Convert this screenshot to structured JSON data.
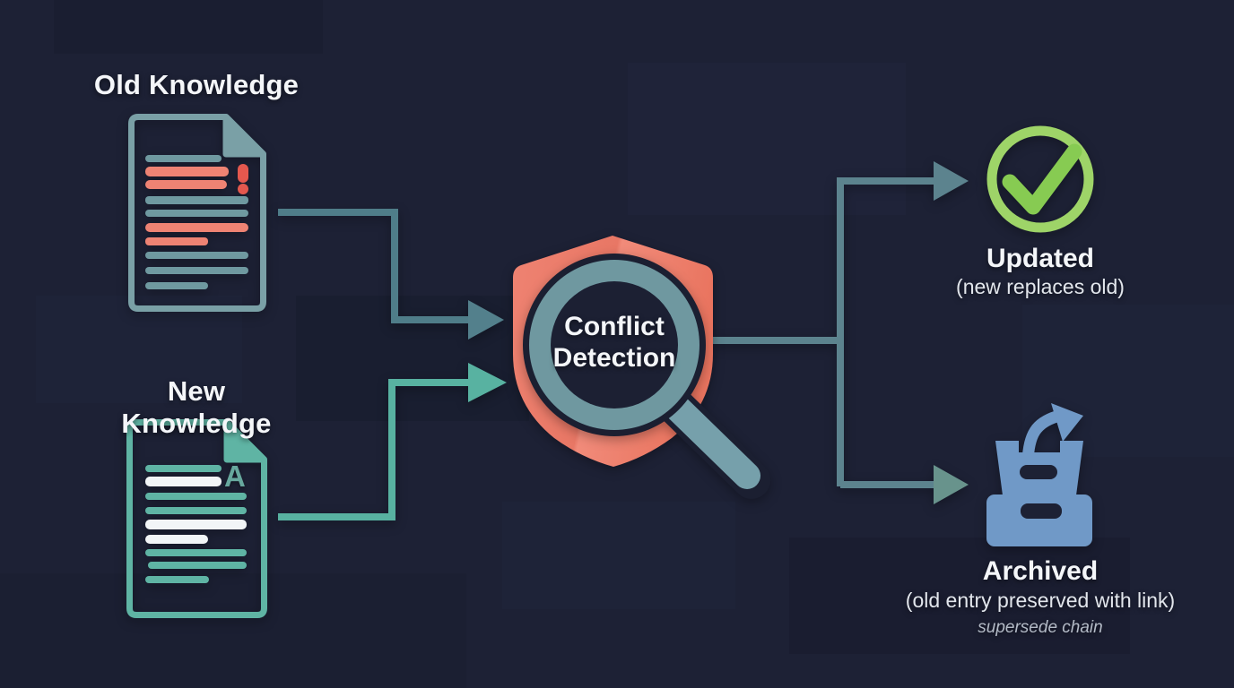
{
  "title": "Knowledge conflict detection flow diagram",
  "colors": {
    "background": "#1d2135",
    "heading_text": "#f4f6f9",
    "subtitle_text": "#e2e6ec",
    "note_text": "#b3bac6",
    "marker_a": "#67a89e",
    "old_doc_outline": "#7aa0a6",
    "old_doc_line_teal": "#6f99a0",
    "old_doc_line_salmon": "#ee8373",
    "exclamation_red": "#e4584e",
    "new_doc_outline": "#5fb4a4",
    "new_doc_line_white": "#f2f5f7",
    "connector_old": "#4f7d89",
    "connector_new": "#58b2a1",
    "connector_output": "#5c838e",
    "connector_output_bottom": "#68938c",
    "shield_salmon_light": "#f18b7a",
    "shield_salmon_dark": "#e77361",
    "lens_ring_teal": "#6f98a0",
    "lens_dark": "#1c2033",
    "handle_teal": "#76a0ab",
    "check_ring_green": "#9ed468",
    "check_mark_green": "#87cb52",
    "archive_blue": "#7099c7"
  },
  "icons": {
    "old_document": "document-icon",
    "old_alert": "exclamation-icon",
    "new_document": "document-icon",
    "conflict_shield": "shield-icon",
    "conflict_lens": "magnifier-icon",
    "updated": "check-circle-icon",
    "archived": "archive-box-icon",
    "archive_out": "arrow-out-icon"
  },
  "nodes": {
    "old_knowledge": {
      "label": "Old Knowledge"
    },
    "new_knowledge": {
      "label": "New Knowledge",
      "marker": "A"
    },
    "conflict": {
      "line1": "Conflict",
      "line2": "Detection"
    },
    "updated": {
      "title": "Updated",
      "subtitle": "(new replaces old)"
    },
    "archived": {
      "title": "Archived",
      "subtitle": "(old entry preserved with link)",
      "note": "supersede chain"
    }
  }
}
